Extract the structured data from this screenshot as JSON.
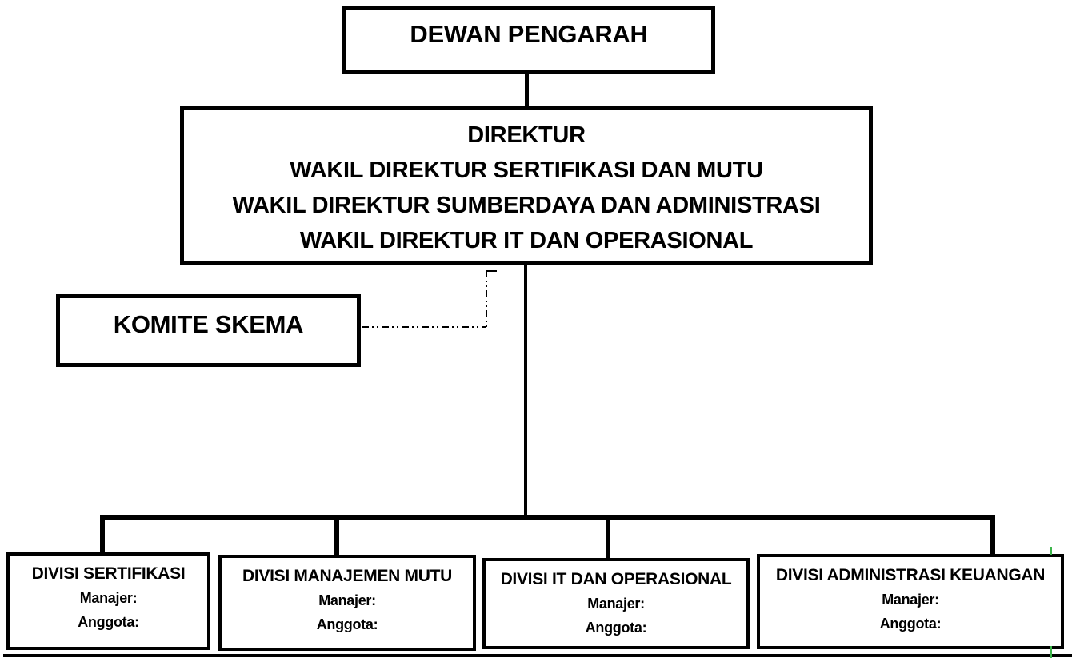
{
  "diagram": {
    "board": {
      "label": "DEWAN PENGARAH"
    },
    "directorate": {
      "line1": "DIREKTUR",
      "line2": "WAKIL DIREKTUR SERTIFIKASI DAN MUTU",
      "line3": "WAKIL DIREKTUR SUMBERDAYA DAN ADMINISTRASI",
      "line4": "WAKIL DIREKTUR IT DAN OPERASIONAL"
    },
    "committee": {
      "label": "KOMITE SKEMA"
    },
    "divisions": [
      {
        "title": "DIVISI SERTIFIKASI",
        "manager_label": "Manajer:",
        "members_label": "Anggota:"
      },
      {
        "title": "DIVISI MANAJEMEN MUTU",
        "manager_label": "Manajer:",
        "members_label": "Anggota:"
      },
      {
        "title": "DIVISI IT DAN OPERASIONAL",
        "manager_label": "Manajer:",
        "members_label": "Anggota:"
      },
      {
        "title": "DIVISI ADMINISTRASI KEUANGAN",
        "manager_label": "Manajer:",
        "members_label": "Anggota:"
      }
    ]
  },
  "colors": {
    "line": "#000000",
    "background": "#ffffff",
    "gridline_artifact": "#3db54b"
  }
}
